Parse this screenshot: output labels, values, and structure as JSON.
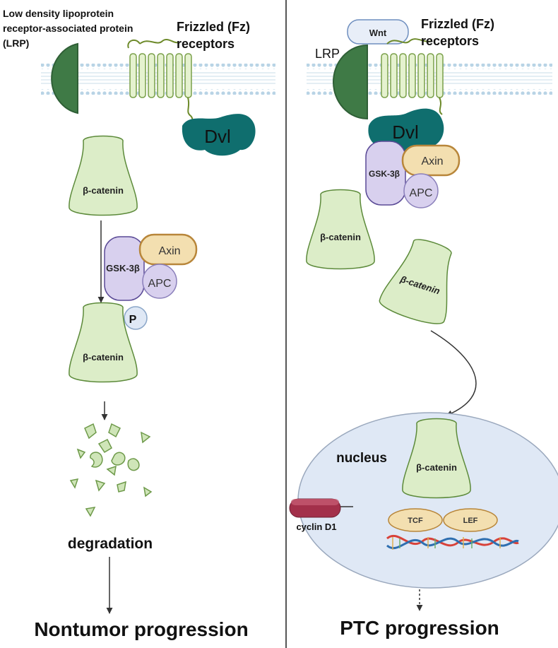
{
  "left_panel": {
    "lrp_label": [
      "Low density lipoprotein",
      "receptor-associated protein",
      "(LRP)"
    ],
    "fz_label": [
      "Frizzled (Fz)",
      "receptors"
    ],
    "dvl_label": "Dvl",
    "bcat_top": "β-catenin",
    "gsk_label": "GSK-3β",
    "axin_label": "Axin",
    "apc_label": "APC",
    "p_label": "P",
    "bcat_phos": "β-catenin",
    "degradation_label": "degradation",
    "outcome_label": "Nontumor progression"
  },
  "right_panel": {
    "wnt_label": "Wnt",
    "lrp_label": "LRP",
    "fz_label": [
      "Frizzled (Fz)",
      "receptors"
    ],
    "dvl_label": "Dvl",
    "gsk_label": "GSK-3β",
    "axin_label": "Axin",
    "apc_label": "APC",
    "bcat_free": "β-catenin",
    "bcat_tilted": "β-catenin",
    "nucleus_label": "nucleus",
    "bcat_nuclear": "β-catenin",
    "tcf_label": "TCF",
    "lef_label": "LEF",
    "cyclin_label": "cyclin D1",
    "outcome_label": "PTC  progression"
  },
  "colors": {
    "catenin_fill": "#dcedc8",
    "catenin_stroke": "#5c8a3a",
    "lrp_fill": "#3f7a46",
    "dvl_fill": "#0f6e6e",
    "gsk_fill": "#d8d0ee",
    "gsk_stroke": "#5a4a96",
    "axin_fill": "#f3dfb0",
    "axin_stroke": "#b8863a",
    "nucleus_fill": "#dfe8f5",
    "cyclin_fill": "#a3304a",
    "dna_red": "#d8423a",
    "dna_blue": "#2f6fb0"
  }
}
